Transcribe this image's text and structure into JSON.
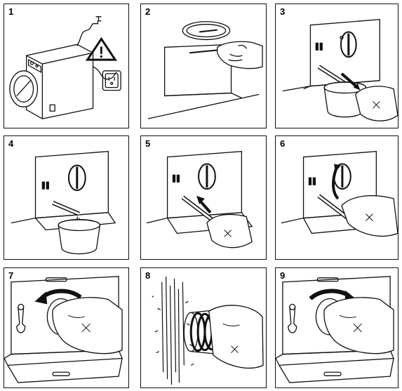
{
  "panels": [
    {
      "number": "1",
      "warning_symbol": "!",
      "icons": [
        "washing-machine-icon",
        "water-tap-icon",
        "warning-triangle-icon",
        "power-socket-icon"
      ]
    },
    {
      "number": "2",
      "icons": [
        "hand-icon",
        "screwdriver-icon",
        "coin-icon"
      ]
    },
    {
      "number": "3",
      "icons": [
        "hand-icon",
        "filter-icon",
        "bowl-icon",
        "arrow-icon"
      ]
    },
    {
      "number": "4",
      "icons": [
        "filter-icon",
        "bowl-icon"
      ]
    },
    {
      "number": "5",
      "icons": [
        "hand-icon",
        "filter-icon",
        "arrow-icon"
      ]
    },
    {
      "number": "6",
      "icons": [
        "hand-icon",
        "filter-icon",
        "arrow-icon"
      ]
    },
    {
      "number": "7",
      "icons": [
        "hand-icon",
        "pump-cover-icon",
        "curved-arrow-icon"
      ]
    },
    {
      "number": "8",
      "icons": [
        "hand-icon",
        "water-jet-icon",
        "pump-filter-icon"
      ]
    },
    {
      "number": "9",
      "icons": [
        "hand-icon",
        "pump-cover-icon",
        "curved-arrow-icon"
      ]
    }
  ],
  "colors": {
    "line": "#111111",
    "background": "#ffffff",
    "accent": "#000000"
  }
}
